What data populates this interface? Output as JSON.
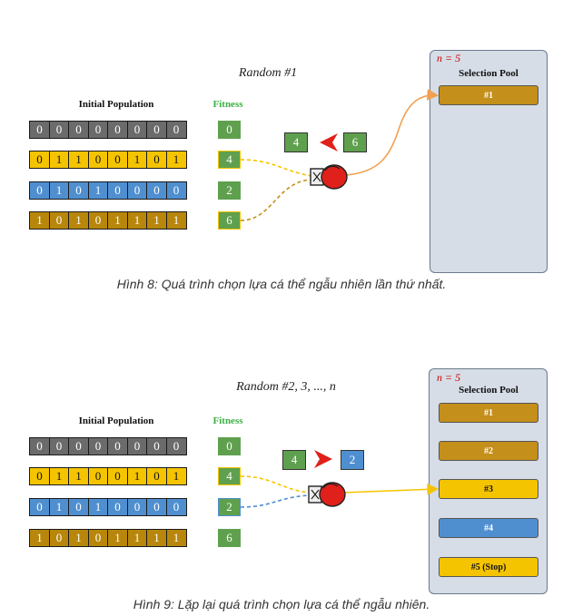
{
  "figure1": {
    "random_title": "Random #1",
    "population_title": "Initial Population",
    "fitness_title": "Fitness",
    "rows": [
      {
        "genes": [
          "0",
          "0",
          "0",
          "0",
          "0",
          "0",
          "0",
          "0"
        ],
        "fitness": "0"
      },
      {
        "genes": [
          "0",
          "1",
          "1",
          "0",
          "0",
          "1",
          "0",
          "1"
        ],
        "fitness": "4"
      },
      {
        "genes": [
          "0",
          "1",
          "0",
          "1",
          "0",
          "0",
          "0",
          "0"
        ],
        "fitness": "2"
      },
      {
        "genes": [
          "1",
          "0",
          "1",
          "0",
          "1",
          "1",
          "1",
          "1"
        ],
        "fitness": "6"
      }
    ],
    "compare_left": "4",
    "compare_right": "6",
    "pool_n": "n = 5",
    "pool_title": "Selection Pool",
    "pool_items": [
      "#1"
    ],
    "caption": "Hình 8: Quá trình chọn lựa cá thể ngẫu nhiên lần thứ nhất."
  },
  "figure2": {
    "random_title": "Random #2, 3, ..., n",
    "population_title": "Initial Population",
    "fitness_title": "Fitness",
    "rows": [
      {
        "genes": [
          "0",
          "0",
          "0",
          "0",
          "0",
          "0",
          "0",
          "0"
        ],
        "fitness": "0"
      },
      {
        "genes": [
          "0",
          "1",
          "1",
          "0",
          "0",
          "1",
          "0",
          "1"
        ],
        "fitness": "4"
      },
      {
        "genes": [
          "0",
          "1",
          "0",
          "1",
          "0",
          "0",
          "0",
          "0"
        ],
        "fitness": "2"
      },
      {
        "genes": [
          "1",
          "0",
          "1",
          "0",
          "1",
          "1",
          "1",
          "1"
        ],
        "fitness": "6"
      }
    ],
    "compare_left": "4",
    "compare_right": "2",
    "pool_n": "n = 5",
    "pool_title": "Selection Pool",
    "pool_items": [
      "#1",
      "#2",
      "#3",
      "#4",
      "#5 (Stop)"
    ],
    "caption": "Hình 9: Lặp lại quá trình chọn lựa cá thể ngẫu nhiên."
  },
  "colors": {
    "gray": "#6b6b6b",
    "yellow": "#f5c400",
    "blue": "#4f8fd0",
    "gold": "#b8860b",
    "fitness_green": "#5fa04e",
    "arrow_red": "#e0201a",
    "pool_bg": "#d6dde6"
  },
  "icons": {
    "compare_arrow_fig1": "red-left-chevron",
    "compare_arrow_fig2": "red-right-chevron",
    "glove": "boxing-glove-icon"
  }
}
